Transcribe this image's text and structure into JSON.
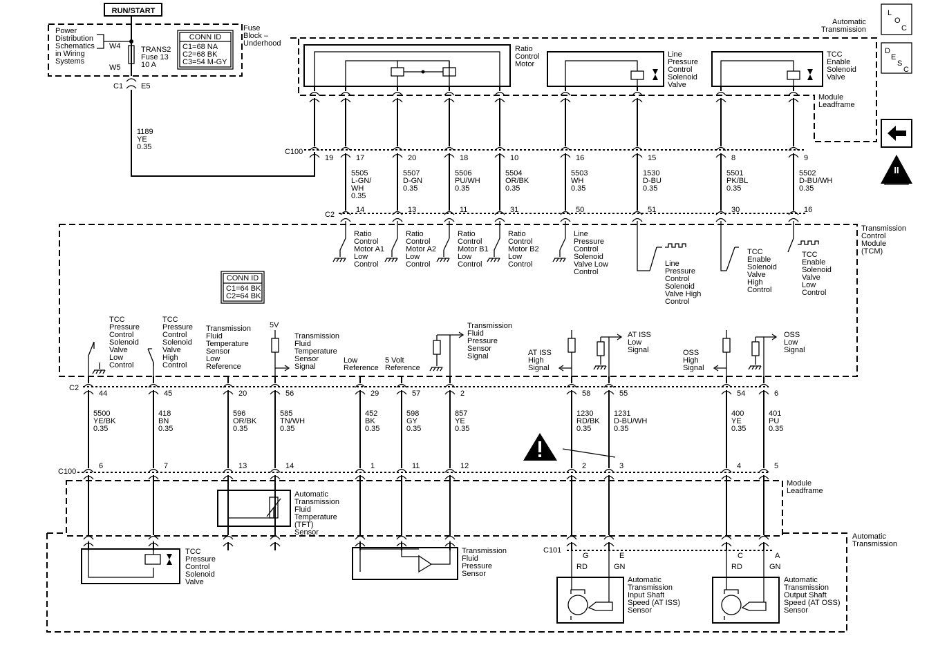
{
  "run_start": "RUN/START",
  "nav_icons": {
    "loc": [
      "L",
      "O",
      "C"
    ],
    "desc": [
      "D",
      "E",
      "S",
      "C"
    ],
    "back": "arrow-left-icon",
    "obd": "OBD II"
  },
  "obd_mark": "II",
  "power_dist": [
    "Power",
    "Distribution",
    "Schematics",
    "in Wiring",
    "Systems"
  ],
  "w4": "W4",
  "w5": "W5",
  "fuse_label": [
    "TRANS2",
    "Fuse 13",
    "10 A"
  ],
  "conn_top": {
    "title": "CONN ID",
    "lines": [
      "C1=68 NA",
      "C2=68 BK",
      "C3=54 M-GY"
    ]
  },
  "fuse_block": [
    "Fuse",
    "Block –",
    "Underhood"
  ],
  "c1": "C1",
  "e5": "E5",
  "wire_1189": [
    "1189",
    "YE",
    "0.35"
  ],
  "auto_trans_top": [
    "Automatic",
    "Transmission"
  ],
  "ratio_motor": [
    "Ratio",
    "Control",
    "Motor"
  ],
  "line_pressure_sol": [
    "Line",
    "Pressure",
    "Control",
    "Solenoid",
    "Valve"
  ],
  "tcc_enable_sol": [
    "TCC",
    "Enable",
    "Solenoid",
    "Valve"
  ],
  "module_leadframe": [
    "Module",
    "Leadframe"
  ],
  "c100": "C100",
  "c2": "C2",
  "upper_wires": [
    {
      "pin": "19",
      "cpin": ""
    },
    {
      "pin": "17",
      "circuit": [
        "5505",
        "L-GN/",
        "WH",
        "0.35"
      ],
      "cpin": "14"
    },
    {
      "pin": "20",
      "circuit": [
        "5507",
        "D-GN",
        "0.35"
      ],
      "cpin": "13"
    },
    {
      "pin": "18",
      "circuit": [
        "5506",
        "PU/WH",
        "0.35"
      ],
      "cpin": "11"
    },
    {
      "pin": "10",
      "circuit": [
        "5504",
        "OR/BK",
        "0.35"
      ],
      "cpin": "31"
    },
    {
      "pin": "16",
      "circuit": [
        "5503",
        "WH",
        "0.35"
      ],
      "cpin": "50"
    },
    {
      "pin": "15",
      "circuit": [
        "1530",
        "D-BU",
        "0.35"
      ],
      "cpin": "51"
    },
    {
      "pin": "8",
      "circuit": [
        "5501",
        "PK/BL",
        "0.35"
      ],
      "cpin": "30"
    },
    {
      "pin": "9",
      "circuit": [
        "5502",
        "D-BU/WH",
        "0.35"
      ],
      "cpin": "16"
    }
  ],
  "upper_tcm_labels": [
    [
      "Ratio",
      "Control",
      "Motor A1",
      "Low",
      "Control"
    ],
    [
      "Ratio",
      "Control",
      "Motor A2",
      "Low",
      "Control"
    ],
    [
      "Ratio",
      "Control",
      "Motor B1",
      "Low",
      "Control"
    ],
    [
      "Ratio",
      "Control",
      "Motor B2",
      "Low",
      "Control"
    ],
    [
      "Line",
      "Pressure",
      "Control",
      "Solenoid",
      "Valve Low",
      "Control"
    ],
    [
      "Line",
      "Pressure",
      "Control",
      "Solenoid",
      "Valve High",
      "Control"
    ],
    [
      "TCC",
      "Enable",
      "Solenoid",
      "Valve",
      "High",
      "Control"
    ],
    [
      "TCC",
      "Enable",
      "Solenoid",
      "Valve",
      "Low",
      "Control"
    ]
  ],
  "tcm": [
    "Transmission",
    "Control",
    "Module",
    "(TCM)"
  ],
  "conn_mid": {
    "title": "CONN ID",
    "lines": [
      "C1=64 BK",
      "C2=64 BK"
    ]
  },
  "five_v": "5V",
  "lower_tcm_labels": [
    [
      "TCC",
      "Pressure",
      "Control",
      "Solenoid",
      "Valve",
      "Low",
      "Control"
    ],
    [
      "TCC",
      "Pressure",
      "Control",
      "Solenoid",
      "Valve",
      "High",
      "Control"
    ],
    [
      "Transmission",
      "Fluid",
      "Temperature",
      "Sensor",
      "Low",
      "Reference"
    ],
    [
      "Transmission",
      "Fluid",
      "Temperature",
      "Sensor",
      "Signal"
    ],
    [
      "Low",
      "Reference"
    ],
    [
      "5 Volt",
      "Reference"
    ],
    [
      "Transmission",
      "Fluid",
      "Pressure",
      "Sensor",
      "Signal"
    ],
    [
      "AT ISS",
      "High",
      "Signal"
    ],
    [
      "AT ISS",
      "Low",
      "Signal"
    ],
    [
      "OSS",
      "High",
      "Signal"
    ],
    [
      "OSS",
      "Low",
      "Signal"
    ]
  ],
  "lower_wires": [
    {
      "pin": "44",
      "circuit": [
        "5500",
        "YE/BK",
        "0.35"
      ],
      "cpin": "6"
    },
    {
      "pin": "45",
      "circuit": [
        "418",
        "BN",
        "0.35"
      ],
      "cpin": "7"
    },
    {
      "pin": "20",
      "circuit": [
        "596",
        "OR/BK",
        "0.35"
      ],
      "cpin": "13"
    },
    {
      "pin": "56",
      "circuit": [
        "585",
        "TN/WH",
        "0.35"
      ],
      "cpin": "14"
    },
    {
      "pin": "29",
      "circuit": [
        "452",
        "BK",
        "0.35"
      ],
      "cpin": "1"
    },
    {
      "pin": "57",
      "circuit": [
        "598",
        "GY",
        "0.35"
      ],
      "cpin": "11"
    },
    {
      "pin": "2",
      "circuit": [
        "857",
        "YE",
        "0.35"
      ],
      "cpin": "12"
    },
    {
      "pin": "58",
      "circuit": [
        "1230",
        "RD/BK",
        "0.35"
      ],
      "cpin": "2"
    },
    {
      "pin": "55",
      "circuit": [
        "1231",
        "D-BU/WH",
        "0.35"
      ],
      "cpin": "3"
    },
    {
      "pin": "54",
      "circuit": [
        "400",
        "YE",
        "0.35"
      ],
      "cpin": "4"
    },
    {
      "pin": "6",
      "circuit": [
        "401",
        "PU",
        "0.35"
      ],
      "cpin": "5"
    }
  ],
  "tft_sensor": [
    "Automatic",
    "Transmission",
    "Fluid",
    "Temperature",
    "(TFT)",
    "Sensor"
  ],
  "tcc_pc_valve": [
    "TCC",
    "Pressure",
    "Control",
    "Solenoid",
    "Valve"
  ],
  "tfp_sensor": [
    "Transmission",
    "Fluid",
    "Pressure",
    "Sensor"
  ],
  "auto_trans_bottom": [
    "Automatic",
    "Transmission"
  ],
  "c101": "C101",
  "c101_pins": [
    "G",
    "E",
    "C",
    "A"
  ],
  "c101_colors": [
    "RD",
    "GN",
    "RD",
    "GN"
  ],
  "iss_sensor": [
    "Automatic",
    "Transmission",
    "Input Shaft",
    "Speed (AT ISS)",
    "Sensor"
  ],
  "oss_sensor": [
    "Automatic",
    "Transmission",
    "Output Shaft",
    "Speed (AT OSS)",
    "Sensor"
  ]
}
